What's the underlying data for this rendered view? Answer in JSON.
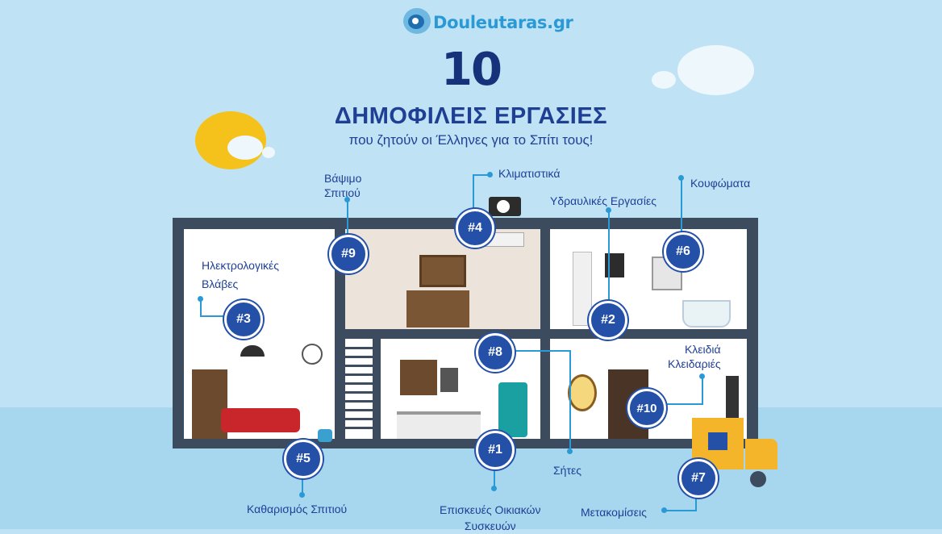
{
  "header": {
    "logo_text": "Douleutaras.gr",
    "number": "10",
    "title": "ΔΗΜΟΦΙΛΕΙΣ ΕΡΓΑΣΙΕΣ",
    "subtitle": "που ζητούν οι Έλληνες για το Σπίτι τους!"
  },
  "colors": {
    "sky": "#bfe3f5",
    "accent": "#2450a8",
    "frame": "#3d4b5e",
    "sun": "#f4c21a",
    "truck": "#f5b52a"
  },
  "jobs": [
    {
      "badge": "#1",
      "label_lines": [
        "Επισκευές Οικιακών",
        "Συσκευών"
      ]
    },
    {
      "badge": "#2",
      "label_lines": [
        "Υδραυλικές Εργασίες"
      ]
    },
    {
      "badge": "#3",
      "label_lines": [
        "Ηλεκτρολογικές",
        "Βλάβες"
      ]
    },
    {
      "badge": "#4",
      "label_lines": [
        "Κλιματιστικά"
      ]
    },
    {
      "badge": "#5",
      "label_lines": [
        "Καθαρισμός Σπιτιού"
      ]
    },
    {
      "badge": "#6",
      "label_lines": [
        "Κουφώματα"
      ]
    },
    {
      "badge": "#7",
      "label_lines": [
        "Μετακομίσεις"
      ]
    },
    {
      "badge": "#8",
      "label_lines": [
        "Σήτες"
      ]
    },
    {
      "badge": "#9",
      "label_lines": [
        "Βάψιμο",
        "Σπιτιού"
      ]
    },
    {
      "badge": "#10",
      "label_lines": [
        "Κλειδιά",
        "Κλειδαριές"
      ]
    }
  ]
}
